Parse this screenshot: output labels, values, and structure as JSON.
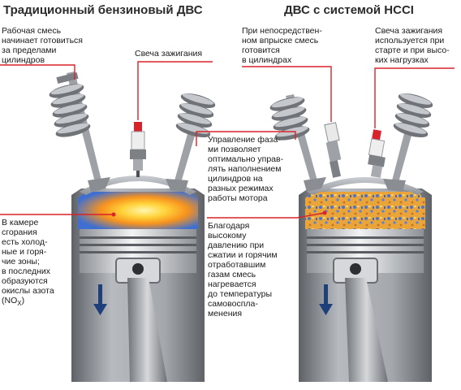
{
  "titles": {
    "left": "Традиционный бензиновый ДВС",
    "right": "ДВС с системой HCCI"
  },
  "labels": {
    "mixture_outside": [
      "Рабочая смесь",
      "начинает готовиться",
      "за пределами",
      "цилиндров"
    ],
    "spark_plug_left": [
      "Свеча зажигания"
    ],
    "direct_injection": [
      "При непосредствен-",
      "ном впрыске смесь",
      "готовится",
      "в цилиндрах"
    ],
    "spark_plug_right": [
      "Свеча зажигания",
      "используется при",
      "старте и при высо-",
      "ких нагрузках"
    ],
    "phase_control": [
      "Управление фаза-",
      "ми позволяет",
      "оптимально управ-",
      "лять наполнением",
      "цилиндров на",
      "разных режимах",
      "работы мотора"
    ],
    "combustion_chamber": [
      "В камере",
      "сгорания",
      "есть холод-",
      "ные и горя-",
      "чие зоны;",
      "в последних",
      "образуются",
      "окислы азота"
    ],
    "nox_main": "(NO",
    "nox_sub": "X",
    "nox_close": ")",
    "compression": [
      "Благодаря",
      "высокому",
      "давлению при",
      "сжатии и горячим",
      "отработавшим",
      "газам смесь",
      "нагревается",
      "до температуры",
      "самовоспла-",
      "менения"
    ]
  },
  "colors": {
    "accent": "#d8232a",
    "cylinder": "#9a9ea3",
    "cylinder_dark": "#6a6e73",
    "piston": "#d9dbde",
    "flame": "#f7a21b",
    "cold_zone": "#4a7dd6",
    "hcci_mix": "#e8a33c"
  }
}
